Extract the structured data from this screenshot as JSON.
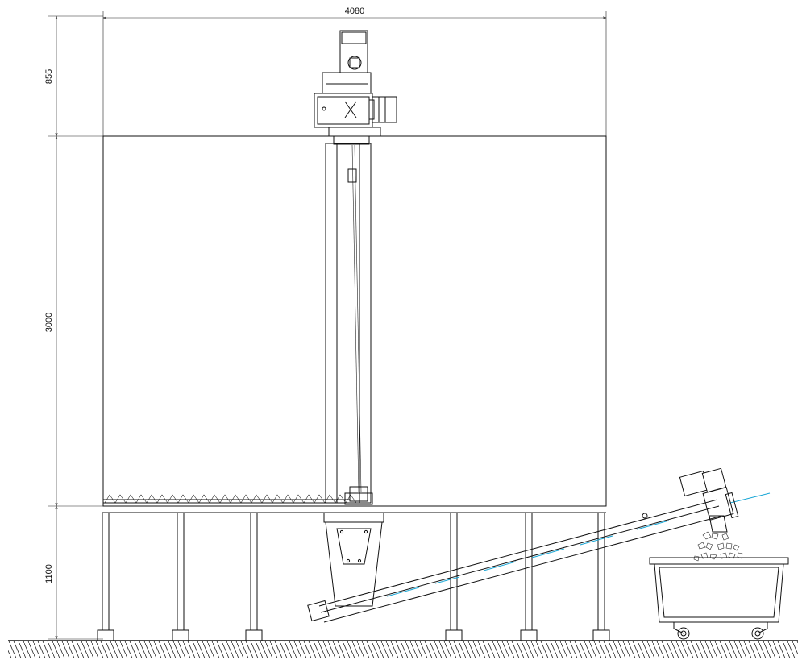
{
  "dimensions": {
    "width_total": "4080",
    "height_top": "855",
    "height_middle": "3000",
    "height_bottom": "1100"
  },
  "colors": {
    "line": "#111111",
    "accent_cyan": "#1aa7d6",
    "background": "#ffffff"
  }
}
